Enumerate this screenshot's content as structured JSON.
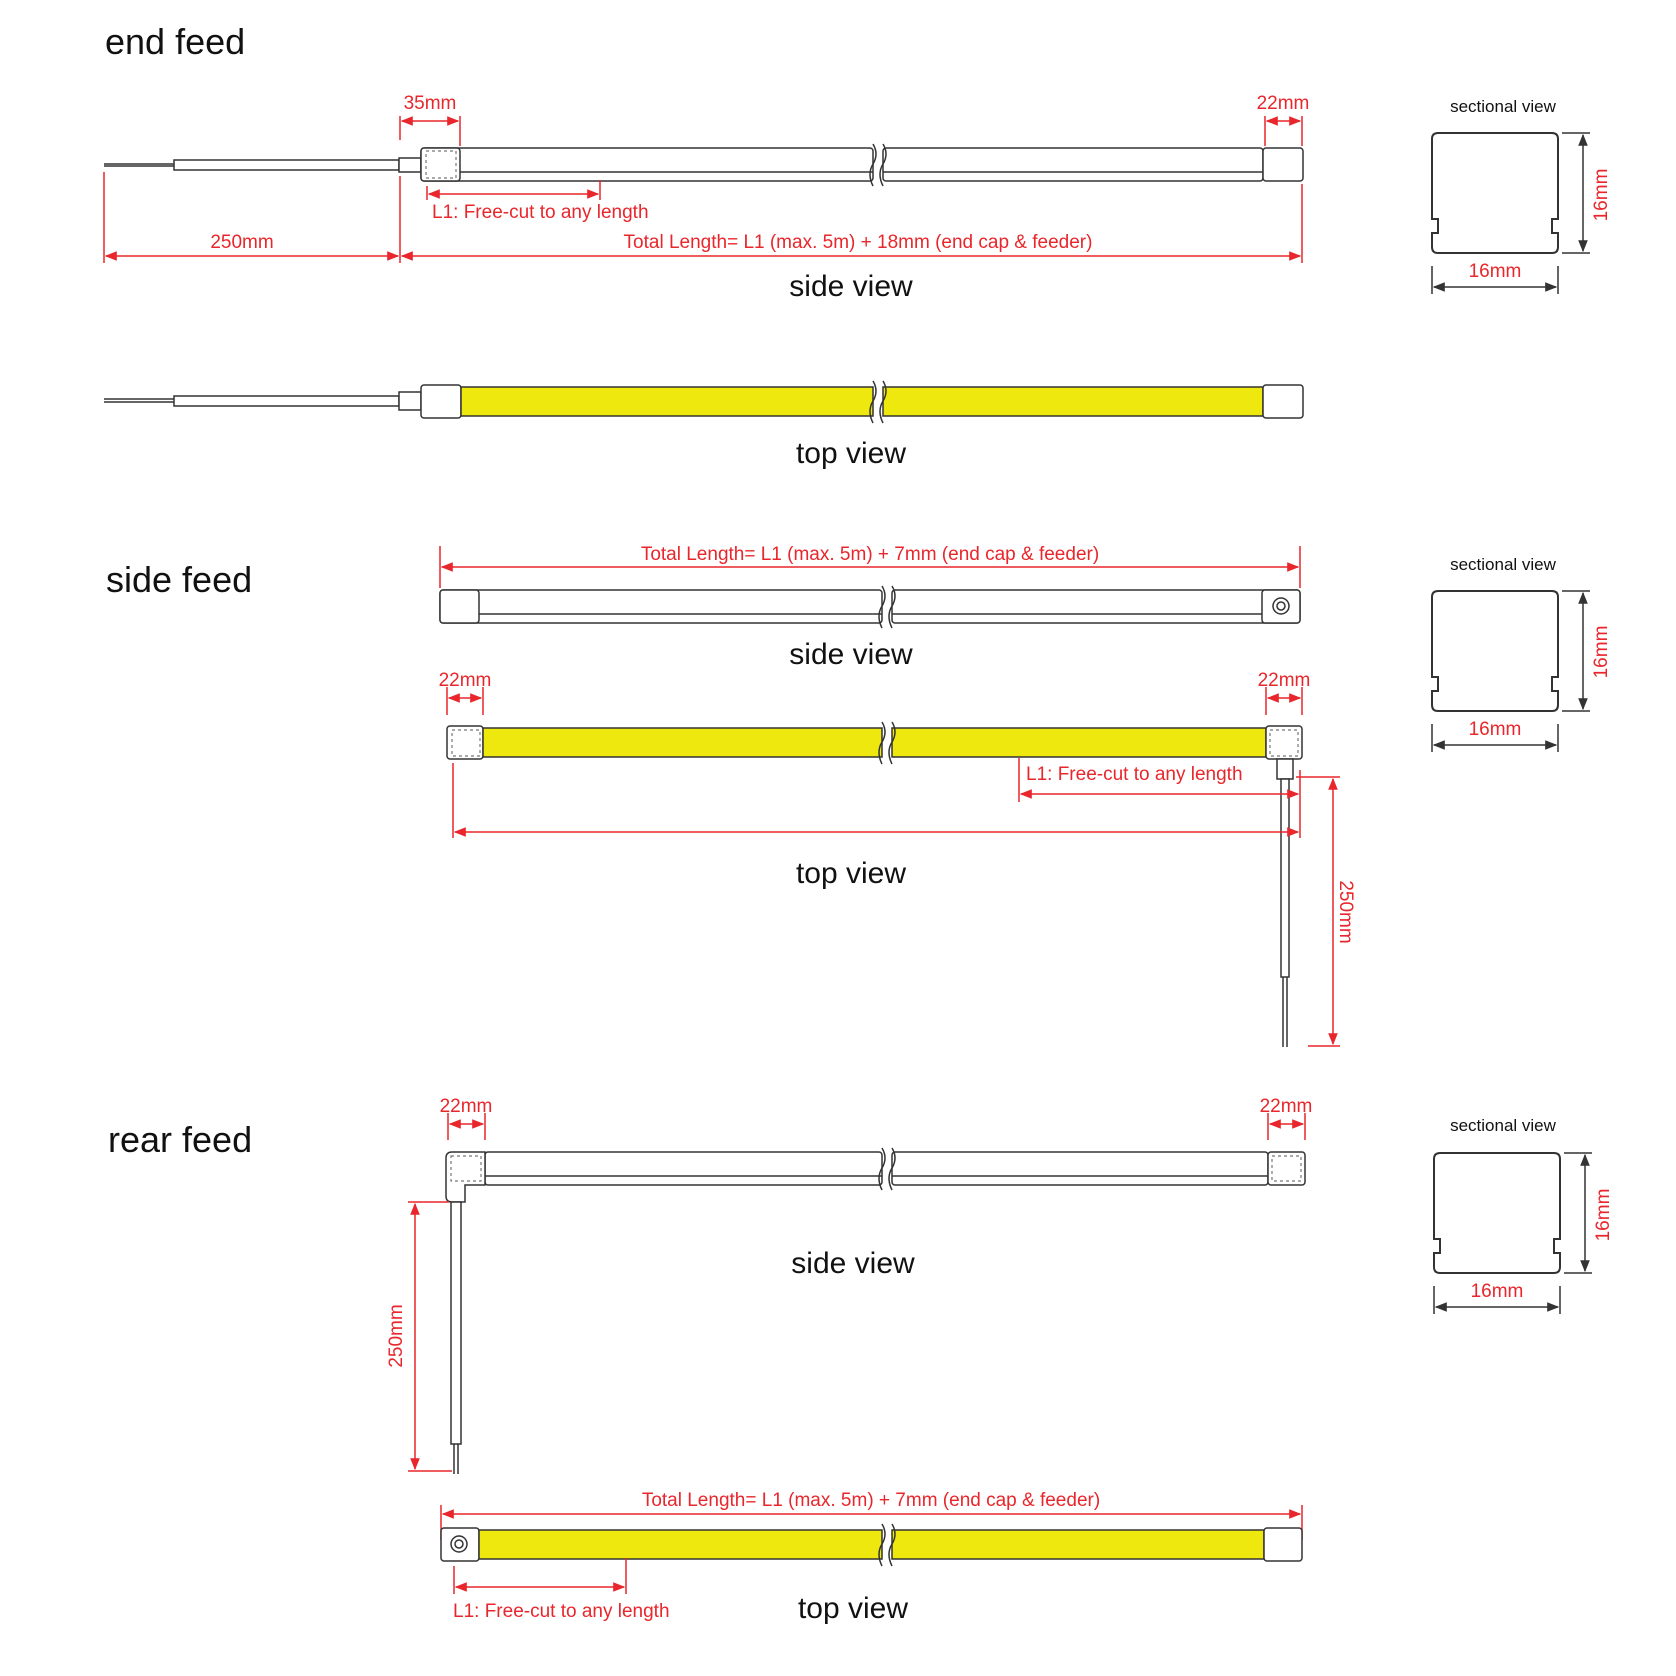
{
  "sections": {
    "end_feed": {
      "title": "end feed",
      "side_view_label": "side view",
      "top_view_label": "top view",
      "dim_35mm": "35mm",
      "dim_22mm": "22mm",
      "dim_250mm": "250mm",
      "l1_label": "L1: Free-cut to any length",
      "total_length": "Total Length= L1 (max. 5m) + 18mm (end cap & feeder)",
      "sectional_label": "sectional view",
      "sectional_width": "16mm",
      "sectional_height": "16mm"
    },
    "side_feed": {
      "title": "side feed",
      "side_view_label": "side view",
      "top_view_label": "top view",
      "total_length": "Total Length= L1 (max. 5m) + 7mm (end cap & feeder)",
      "dim_22mm_left": "22mm",
      "dim_22mm_right": "22mm",
      "l1_label": "L1: Free-cut to any length",
      "dim_250mm": "250mm",
      "sectional_label": "sectional view",
      "sectional_width": "16mm",
      "sectional_height": "16mm"
    },
    "rear_feed": {
      "title": "rear feed",
      "side_view_label": "side view",
      "top_view_label": "top view",
      "dim_22mm_left": "22mm",
      "dim_22mm_right": "22mm",
      "dim_250mm": "250mm",
      "total_length": "Total Length= L1 (max. 5m) + 7mm (end cap & feeder)",
      "l1_label": "L1: Free-cut to any length",
      "sectional_label": "sectional view",
      "sectional_width": "16mm",
      "sectional_height": "16mm"
    }
  },
  "colors": {
    "dimension": "#e8262b",
    "led": "#eee80e",
    "outline": "#333333"
  }
}
